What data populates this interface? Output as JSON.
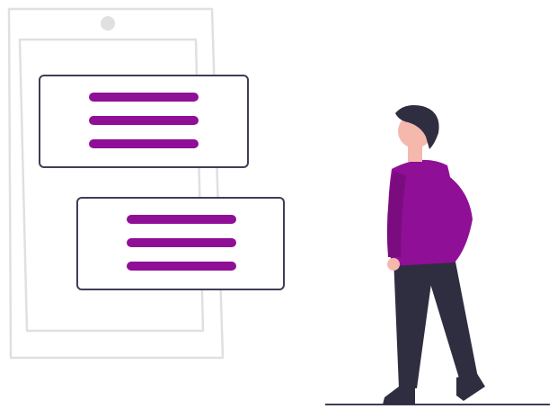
{
  "illustration": {
    "type": "chat-illustration",
    "icons": [
      "phone-outline-icon",
      "chat-bubble-icon",
      "person-icon"
    ],
    "colors": {
      "accent": "#8f0f96",
      "outline": "#3f3d56",
      "phone_stroke": "#e0e0e0",
      "skin": "#f5b8ad",
      "hair": "#2f2e41",
      "pants": "#2f2e41",
      "ground": "#3f3d56"
    },
    "bubbles": [
      {
        "name": "upper-message",
        "lines": 3
      },
      {
        "name": "lower-message",
        "lines": 3
      }
    ]
  }
}
